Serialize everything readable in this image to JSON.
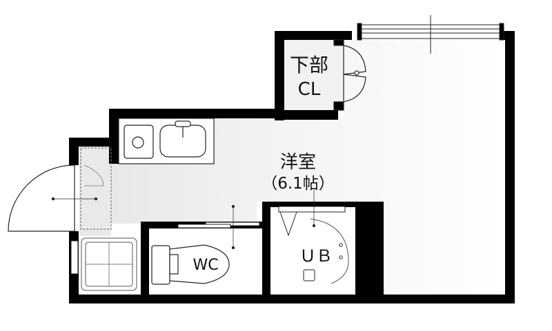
{
  "floorplan": {
    "rooms": {
      "closet_name": "下部",
      "closet_code": "CL",
      "main_name": "洋室",
      "main_size": "（6.1帖）",
      "toilet": "WC",
      "bath": "ＵＢ"
    },
    "colors": {
      "wall": "#000000",
      "floor": "#f3f3f3",
      "fixture_line": "#333333",
      "background": "#ffffff"
    }
  }
}
